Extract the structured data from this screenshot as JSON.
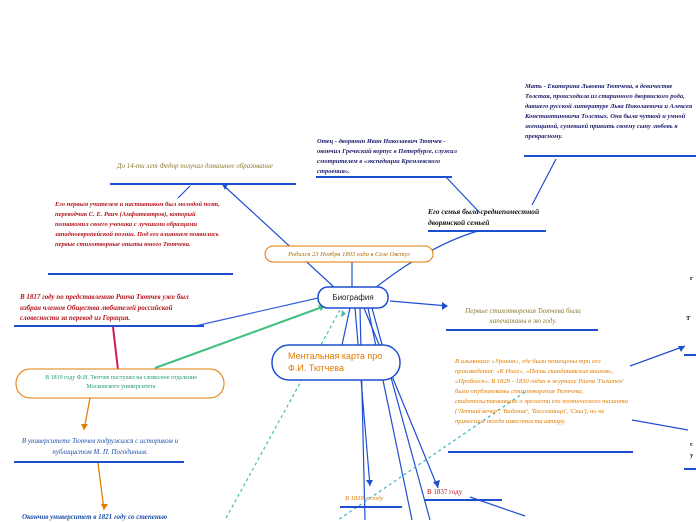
{
  "center": {
    "label": "Ментальная карта про Ф.И. Тютчева"
  },
  "bio": {
    "label": "Биография"
  },
  "nodes": {
    "born": "Родился 23 Ноября 1803 года в Селе Овстуг",
    "family": "Его семья была среднепоместной дворянской семьей",
    "father": "Отец -  дворянин Иван Николаевич Тютчев - окончил Греческий корпус в Петербурге, служил смотрителем в «экспедиции Кремлевского строения».",
    "mother": "Мать - Екатерина Львовна Тютчева, в девичестве Толстая, происходила из старинного дворянского рода, давшего русской литературе Льва Николаевича и Алексея Константиновича Толстых. Она была чуткой и  умной женщиной, сумевшей привить своему сыну любовь к прекрасному.",
    "home_edu": "До 14-ти лет Федор получал домашнее образование",
    "teacher": "Его первым учителем и наставником был молодой поэт, переводчик С. Е. Раич (Амфитеатров), который познакомил своего ученика с  лучшими образцами западноевропейской поэзии. Под его влиянием появились первые стихотворные опыты юного Тютчева.",
    "society": "В 1817 году по представлению Раича Тютчев уже был избран членом Общества любителей российской словесности за перевод из Горация.",
    "university": "В 1819 году Ф.И. Тютчев поступил на словесное отделение Московского университета",
    "pogodin": "В университете Тютчев подружился с историком и публицистом М. П. Погодиным.",
    "graduated": "Окончив университет в 1821 году со степенью",
    "first_poems": "Первые стихотворения Тютчева были напечатаны в эю году.",
    "almanac": "В альманахе «Урания», где были помещены три его произведения: «К Нисе», «Песнь скандинавских воинов», «Проблеск». В 1829 - 1830 годах в журнале Раича 'Галатея' были опубликованы стихотворения Тютчева, свидетельствовавшие о зрелости его поэтического таланта ('Летний вечер', 'Видение', 'Бессонница', 'Сны'), но не принесшие тогда известности автору.",
    "y1837": "В 1837 году",
    "y1839": "В 1839-м году",
    "edge1": "г",
    "edge2": "Т",
    "edge3": "с",
    "edge4": "у"
  },
  "colors": {
    "blue": "#1f4fd1",
    "olive": "#8b7a2e",
    "red": "#b3141c",
    "orange": "#e07b00",
    "teal": "#1e9a6a",
    "green": "#3fbf7f"
  }
}
